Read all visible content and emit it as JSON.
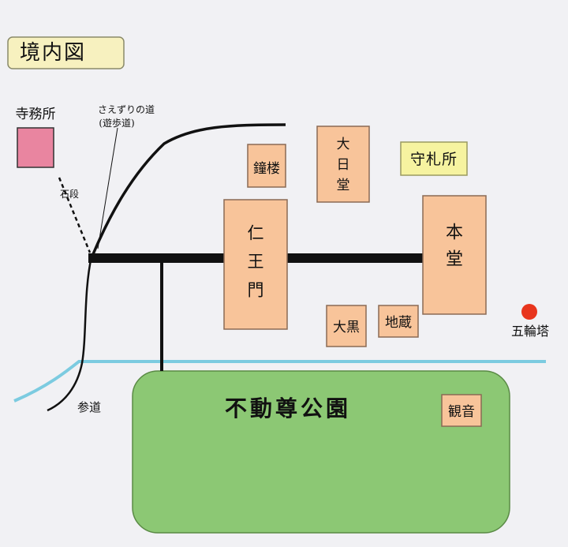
{
  "title": "境内図",
  "labels": {
    "jimusho": "寺務所",
    "ishidan": "石段",
    "saezuri_line1": "さえずりの道",
    "saezuri_line2": "(遊歩道)",
    "sando": "参道",
    "gorinto": "五輪塔"
  },
  "buildings": {
    "shoro": "鐘楼",
    "dainichido": "大日堂",
    "mamorifuda": "守札所",
    "niomon": "仁王門",
    "hondo": "本堂",
    "daikoku": "大黒",
    "jizo": "地蔵",
    "kannon": "観音"
  },
  "park": "不動尊公園",
  "colors": {
    "background": "#f1f1f4",
    "building": "#f8c49a",
    "building_border": "#8a6a55",
    "jimusho": "#e985a0",
    "mamorifuda": "#f6f3a0",
    "title_box": "#f7f1bf",
    "park": "#8cc874",
    "stream": "#7ccbe0",
    "road": "#111111",
    "gorinto_dot": "#e8351d"
  }
}
